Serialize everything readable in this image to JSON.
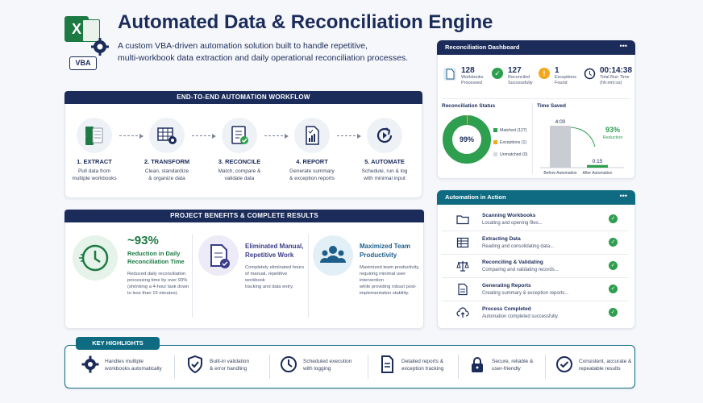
{
  "header": {
    "logo_excel_letter": "X",
    "logo_vba": "VBA",
    "title": "Automated Data & Reconciliation Engine",
    "subtitle_line1": "A custom VBA-driven automation solution built to handle repetitive,",
    "subtitle_line2": "multi-workbook data extraction and daily operational reconciliation processes."
  },
  "workflow": {
    "title": "END-TO-END AUTOMATION WORKFLOW",
    "steps": [
      {
        "title": "1. EXTRACT",
        "desc1": "Pull data from",
        "desc2": "multiple workbooks",
        "icon": "documents-icon"
      },
      {
        "title": "2. TRANSFORM",
        "desc1": "Clean, standardize",
        "desc2": "& organize data",
        "icon": "table-gear-icon"
      },
      {
        "title": "3. RECONCILE",
        "desc1": "Match, compare &",
        "desc2": "validate data",
        "icon": "checklist-icon"
      },
      {
        "title": "4. REPORT",
        "desc1": "Generate summary",
        "desc2": "& exception reports",
        "icon": "report-icon"
      },
      {
        "title": "5. AUTOMATE",
        "desc1": "Schedule, run & log",
        "desc2": "with minimal input",
        "icon": "refresh-icon"
      }
    ]
  },
  "benefits": {
    "title": "PROJECT BENEFITS & COMPLETE RESULTS",
    "b1": {
      "big": "~93%",
      "head1": "Reduction in Daily",
      "head2": "Reconciliation Time",
      "d": [
        "Reduced daily reconciliation",
        "processing time by over 93%",
        "(shrinking a 4-hour task down",
        "to less than 15 minutes)."
      ]
    },
    "b2": {
      "head1": "Eliminated Manual,",
      "head2": "Repetitive Work",
      "d": [
        "Completely eliminated hours",
        "of manual, repetitive workbook",
        "tracking and data entry."
      ]
    },
    "b3": {
      "head1": "Maximized Team",
      "head2": "Productivity",
      "d": [
        "Maximized team productivity,",
        "requiring minimal user intervention",
        "while providing robust post-",
        "implementation stability."
      ]
    }
  },
  "dashboard": {
    "title": "Reconciliation Dashboard",
    "menu": "•••",
    "metrics": [
      {
        "value": "128",
        "label1": "Workbooks",
        "label2": "Processed",
        "icon": "document-icon"
      },
      {
        "value": "127",
        "label1": "Reconciled",
        "label2": "Successfully",
        "icon": "check-circle-icon"
      },
      {
        "value": "1",
        "label1": "Exceptions",
        "label2": "Found",
        "icon": "warning-icon"
      },
      {
        "value": "00:14:38",
        "label1": "Total Run Time",
        "label2": "(hh:mm:ss)",
        "icon": "clock-icon"
      }
    ],
    "status_title": "Reconciliation Status",
    "donut_center": "99%",
    "legend": [
      {
        "label": "Matched (127)",
        "color": "#2e9e4f"
      },
      {
        "label": "Exceptions (1)",
        "color": "#f2a81d"
      },
      {
        "label": "Unmatched (0)",
        "color": "#d5d9e0"
      }
    ],
    "time_title": "Time Saved",
    "before_value": "4:00",
    "after_value": "0:15",
    "reduction_pct": "93%",
    "reduction_label": "Reduction",
    "before_label": "Before Automation",
    "after_label": "After Automation"
  },
  "chart_data": {
    "type": "bar",
    "categories": [
      "Before Automation",
      "After Automation"
    ],
    "values": [
      4.0,
      0.25
    ],
    "title": "Time Saved"
  },
  "automation": {
    "title": "Automation in Action",
    "menu": "•••",
    "rows": [
      {
        "title": "Scanning Workbooks",
        "desc": "Locating and opening files...",
        "icon": "folder-icon"
      },
      {
        "title": "Extracting Data",
        "desc": "Reading and consolidating data...",
        "icon": "table-icon"
      },
      {
        "title": "Reconciling & Validating",
        "desc": "Comparing and validating records...",
        "icon": "scale-icon"
      },
      {
        "title": "Generating Reports",
        "desc": "Creating summary & exception reports...",
        "icon": "report-doc-icon"
      },
      {
        "title": "Process Completed",
        "desc": "Automation completed successfully.",
        "icon": "cloud-upload-icon"
      }
    ],
    "check": "✓"
  },
  "highlights": {
    "title": "KEY HIGHLIGHTS",
    "items": [
      {
        "l1": "Handles multiple",
        "l2": "workbooks automatically",
        "icon": "gear-icon"
      },
      {
        "l1": "Built-in validation",
        "l2": "& error handling",
        "icon": "shield-check-icon"
      },
      {
        "l1": "Scheduled execution",
        "l2": "with logging",
        "icon": "clock-icon"
      },
      {
        "l1": "Detailed reports &",
        "l2": "exception tracking",
        "icon": "document-icon"
      },
      {
        "l1": "Secure, reliable &",
        "l2": "user-friendly",
        "icon": "lock-icon"
      },
      {
        "l1": "Consistent, accurate &",
        "l2": "repeatable results",
        "icon": "check-circle-icon"
      }
    ]
  }
}
